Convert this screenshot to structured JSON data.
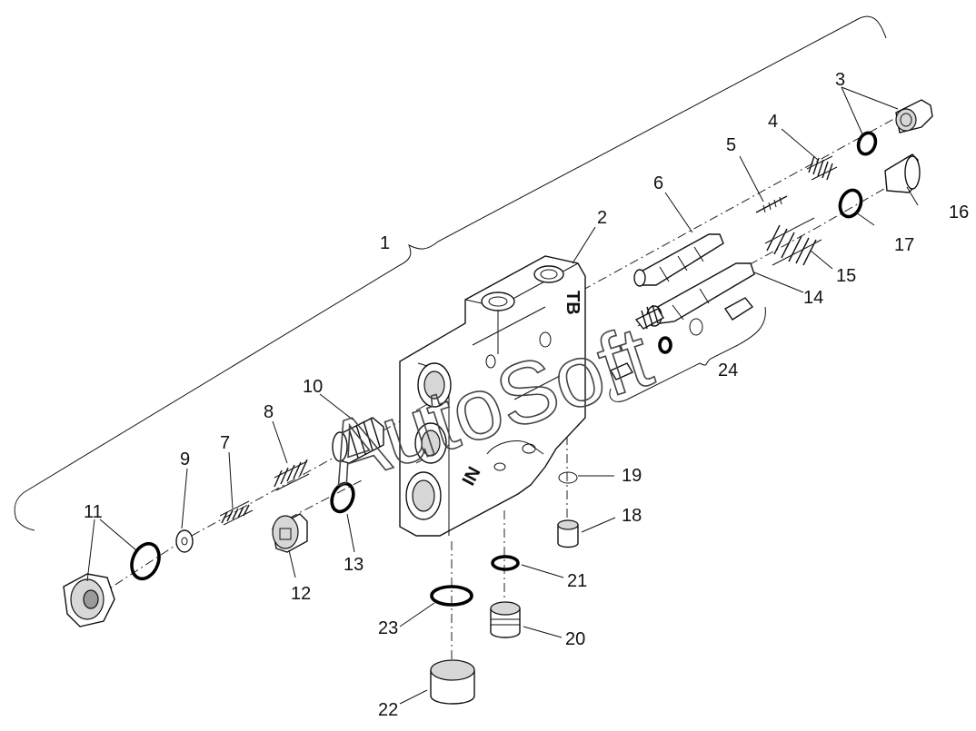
{
  "labels": {
    "l1": "1",
    "l2": "2",
    "l3": "3",
    "l4": "4",
    "l5": "5",
    "l6": "6",
    "l7": "7",
    "l8": "8",
    "l9": "9",
    "l10": "10",
    "l11": "11",
    "l12": "12",
    "l13": "13",
    "l14": "14",
    "l15": "15",
    "l16": "16",
    "l17": "17",
    "l18": "18",
    "l19": "19",
    "l20": "20",
    "l21": "21",
    "l22": "22",
    "l23": "23",
    "l24": "24"
  },
  "body_markings": {
    "top": "TB",
    "side": "IN"
  },
  "watermark": "AutoSoft"
}
